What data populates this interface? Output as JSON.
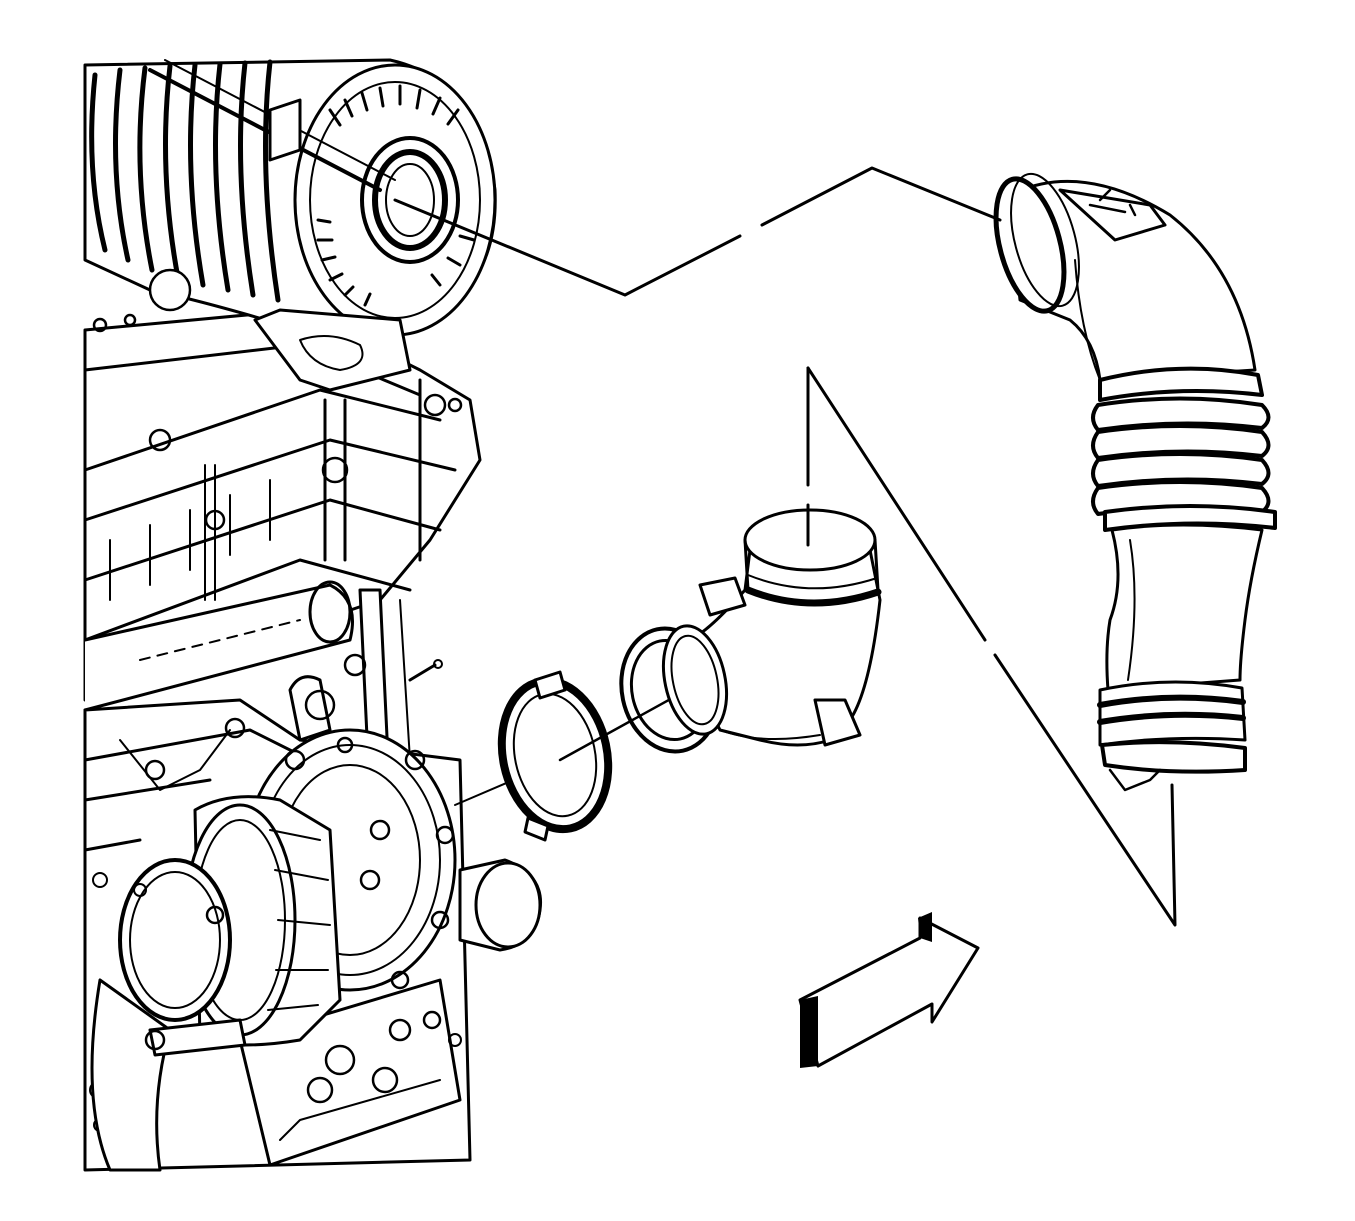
{
  "diagram": {
    "type": "exploded-view",
    "colors": {
      "ink": "#000000",
      "paper": "#ffffff"
    },
    "components": [
      {
        "name": "air-cleaner-housing"
      },
      {
        "name": "engine-block"
      },
      {
        "name": "turbocharger"
      },
      {
        "name": "hose-clamp"
      },
      {
        "name": "seal-ring"
      },
      {
        "name": "elbow-duct"
      },
      {
        "name": "air-inlet-hose"
      }
    ],
    "view_arrow": {
      "icon": "direction-arrow-icon"
    }
  }
}
